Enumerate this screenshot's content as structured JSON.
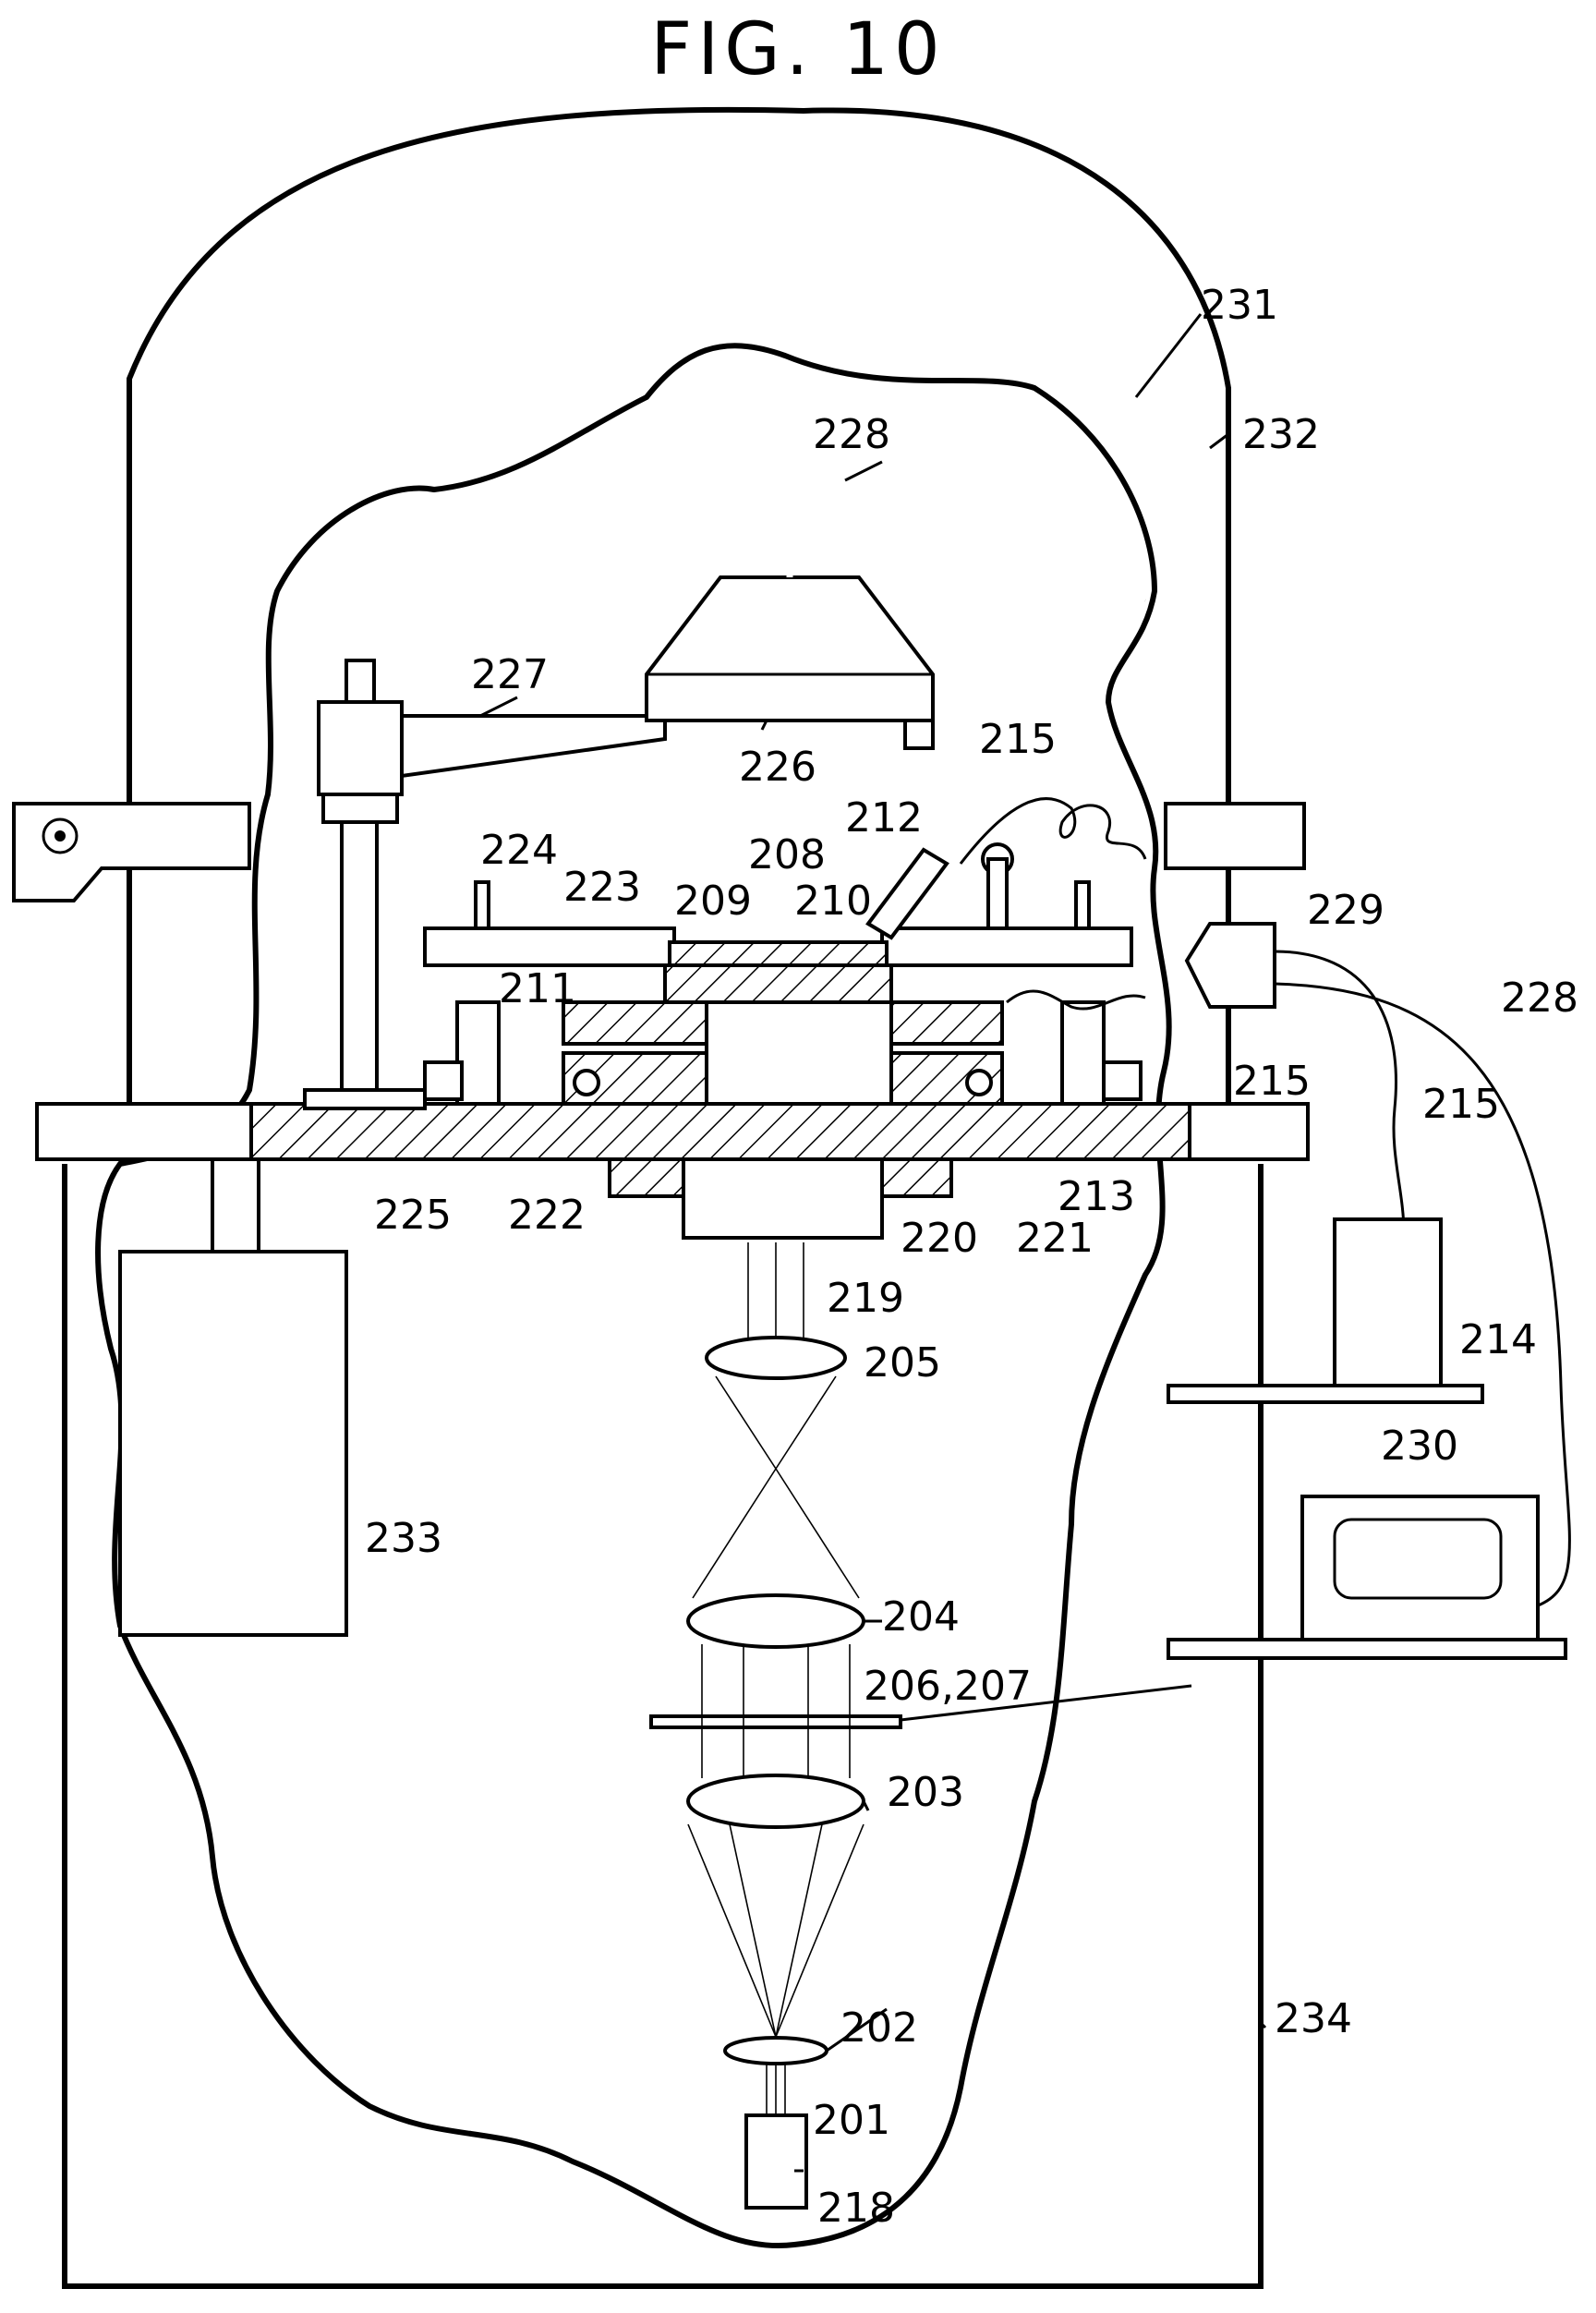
{
  "figure": {
    "title": "FIG. 10",
    "labels": {
      "l201": "201",
      "l202": "202",
      "l203": "203",
      "l204": "204",
      "l205": "205",
      "l206_207": "206,207",
      "l208": "208",
      "l209": "209",
      "l210": "210",
      "l211": "211",
      "l212": "212",
      "l213": "213",
      "l214": "214",
      "l215a": "215",
      "l215b": "215",
      "l215c": "215",
      "l218": "218",
      "l219": "219",
      "l220": "220",
      "l221": "221",
      "l222": "222",
      "l223": "223",
      "l224": "224",
      "l225": "225",
      "l226": "226",
      "l227": "227",
      "l228a": "228",
      "l228b": "228",
      "l229": "229",
      "l230": "230",
      "l231": "231",
      "l232": "232",
      "l233": "233",
      "l234": "234"
    }
  }
}
